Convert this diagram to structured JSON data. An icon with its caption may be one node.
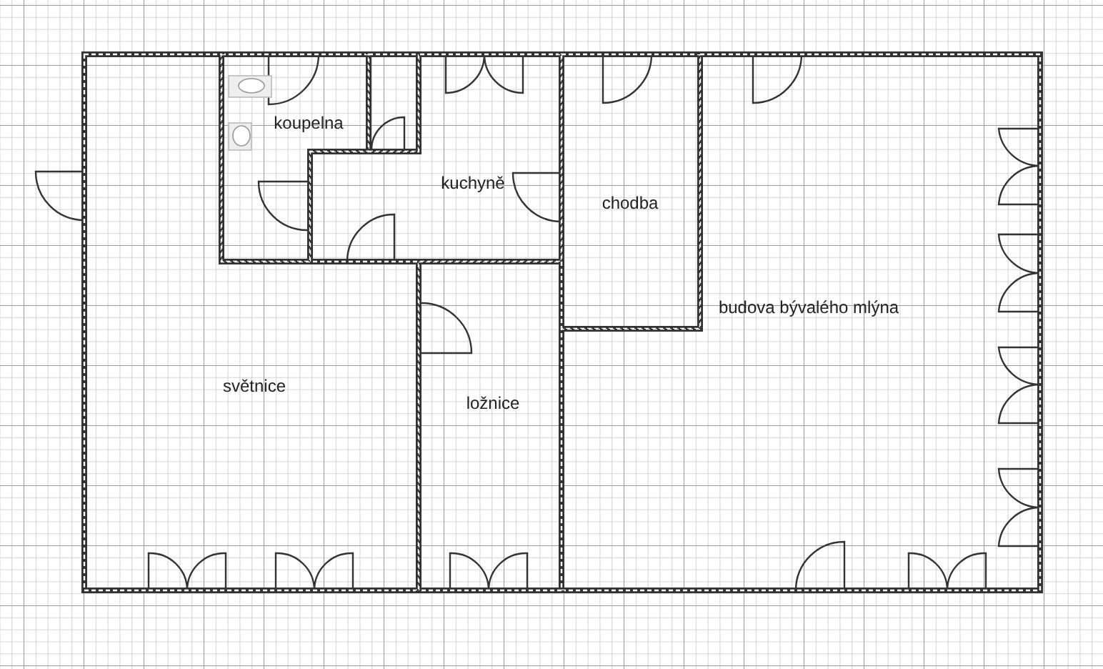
{
  "diagram": {
    "nodes": [
      {
        "text": [
          "koupelna"
        ]
      },
      {
        "text": [],
        "shape": "box"
      },
      {
        "text": [
          "kuchyně"
        ]
      },
      {
        "text": [
          "chodba"
        ]
      },
      {
        "text": [
          "budova bývalého mlýna"
        ]
      },
      {
        "text": [
          "světnice"
        ]
      },
      {
        "text": [
          "ložnice"
        ]
      }
    ]
  }
}
